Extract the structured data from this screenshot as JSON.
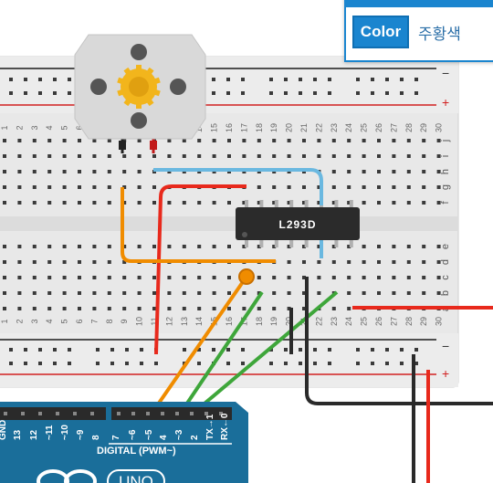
{
  "breadboard": {
    "column_numbers": [
      "1",
      "2",
      "3",
      "4",
      "5",
      "6",
      "7",
      "8",
      "9",
      "10",
      "11",
      "12",
      "13",
      "14",
      "15",
      "16",
      "17",
      "18",
      "19",
      "20",
      "21",
      "22",
      "23",
      "24",
      "25",
      "26",
      "27",
      "28",
      "29",
      "30"
    ],
    "top_row_letters": [
      "f",
      "g",
      "h",
      "i",
      "j"
    ],
    "bottom_row_letters": [
      "a",
      "b",
      "c",
      "d",
      "e"
    ],
    "rail_minus": "−",
    "rail_plus": "+"
  },
  "chip": {
    "label": "L293D"
  },
  "arduino": {
    "board_name": "UNO",
    "digital_label": "DIGITAL (PWM~)",
    "pin_labels": [
      "GND",
      "13",
      "12",
      "~11",
      "~10",
      "~9",
      "8",
      "7",
      "~6",
      "~5",
      "4",
      "~3",
      "2",
      "TX→1",
      "RX←0"
    ]
  },
  "color_popup": {
    "label": "Color",
    "value": "주황색"
  },
  "colors": {
    "wire_orange": "#f08c00",
    "wire_red": "#e8291c",
    "wire_green": "#3ea63a",
    "wire_blue": "#6ab8e0",
    "wire_black": "#2a2a2a",
    "arduino_blue": "#1a6e9a",
    "accent": "#1a85cf"
  }
}
